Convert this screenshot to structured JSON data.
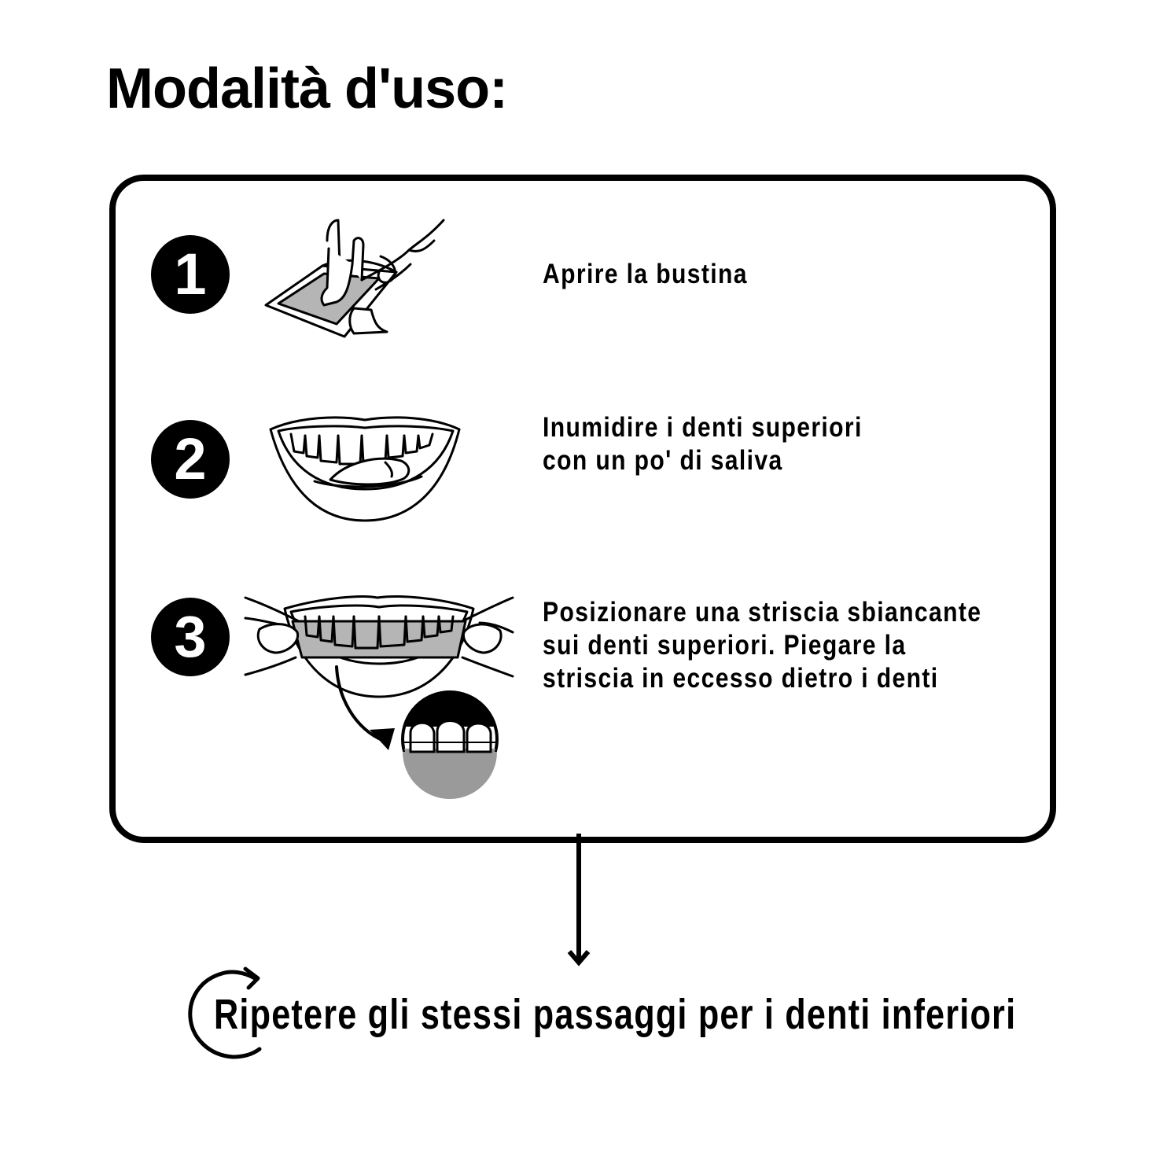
{
  "title": "Modalità d'uso:",
  "steps": [
    {
      "number": "1",
      "icon": "open-sachet-icon",
      "lines": [
        "Aprire la bustina"
      ]
    },
    {
      "number": "2",
      "icon": "moisten-teeth-icon",
      "lines": [
        "Inumidire i denti superiori",
        "con un po' di saliva"
      ]
    },
    {
      "number": "3",
      "icon": "apply-strip-icon",
      "lines": [
        "Posizionare una striscia sbiancante",
        "sui denti superiori. Piegare la",
        "striscia in eccesso dietro i denti"
      ]
    }
  ],
  "footer": {
    "icon": "repeat-arrow-icon",
    "text": "Ripetere gli stessi passaggi per i denti inferiori"
  },
  "colors": {
    "ink": "#000000",
    "background": "#ffffff",
    "strip_gray": "#b5b5b5"
  }
}
